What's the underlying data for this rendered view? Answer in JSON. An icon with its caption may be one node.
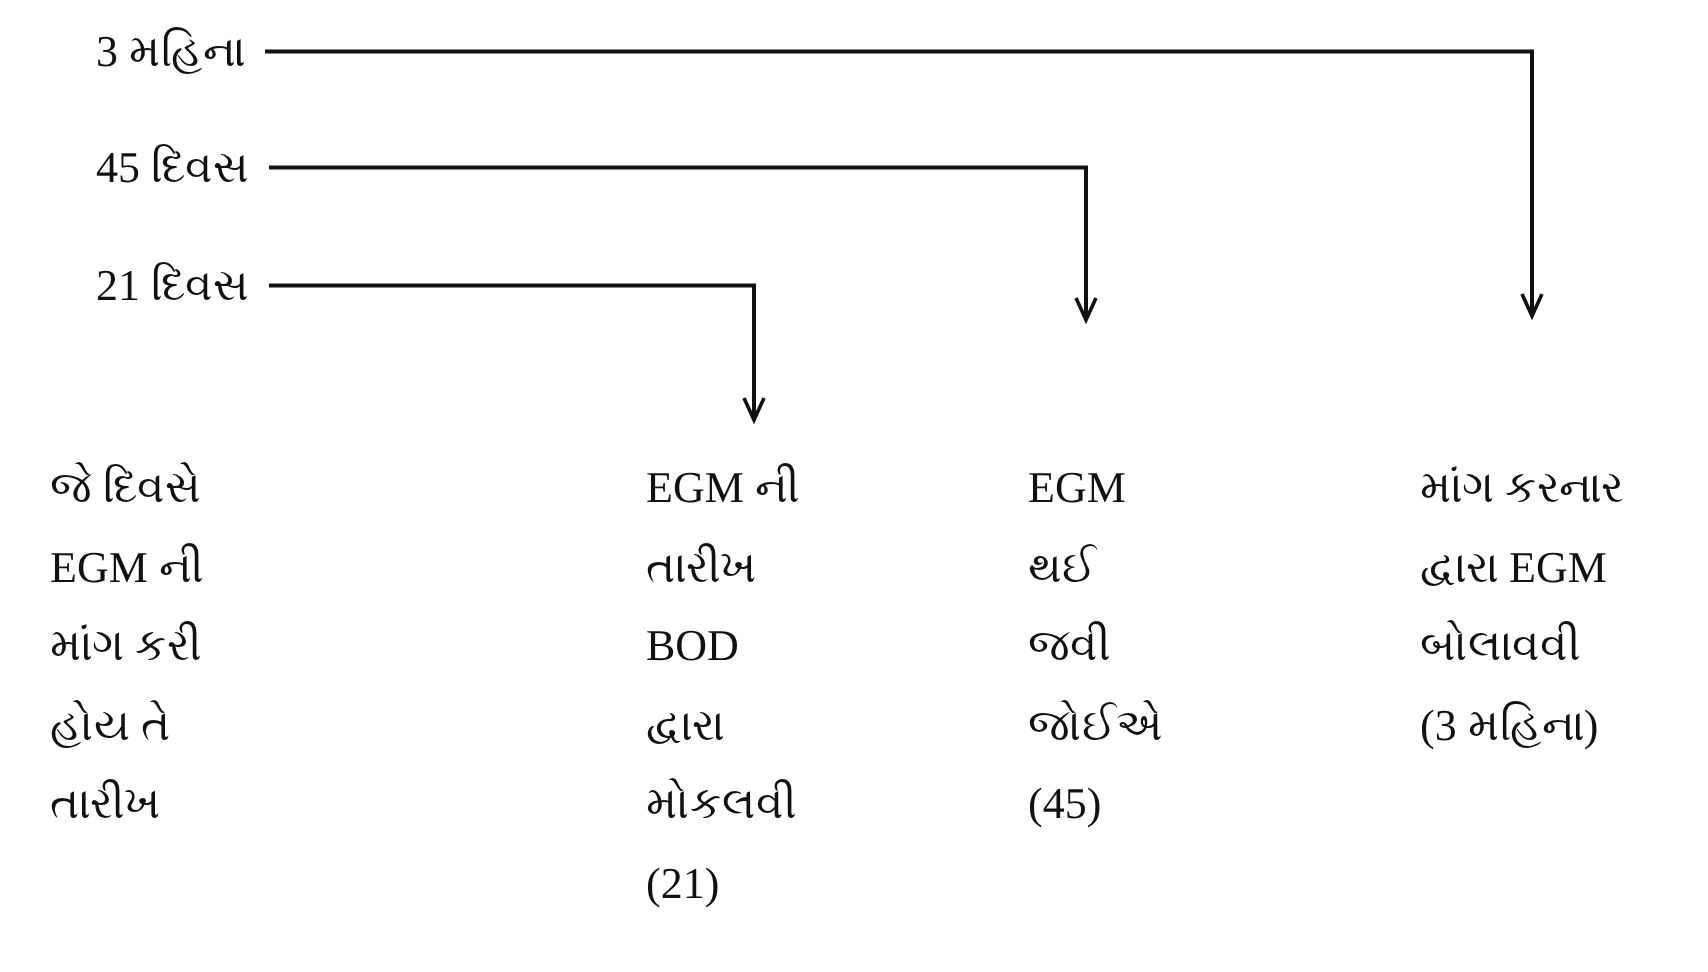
{
  "diagram": {
    "nodes": [
      {
        "text": [
          "3 મહિના"
        ]
      },
      {
        "text": [
          "45 દિવસ"
        ]
      },
      {
        "text": [
          "21 દિવસ"
        ]
      },
      {
        "text": [
          "EGM ની તારીખ BOD દ્વારા મોકલવી (21)"
        ]
      },
      {
        "text": [
          "EGM થઈ જવી જોઈએ (45)"
        ]
      },
      {
        "text": [
          "માંગ કરનાર દ્વારા EGM બોલાવવી (3 મહિના)"
        ]
      }
    ],
    "edges": [
      {
        "from": 0,
        "to": 5,
        "arrow": "to"
      },
      {
        "from": 1,
        "to": 4,
        "arrow": "to"
      },
      {
        "from": 2,
        "to": 3,
        "arrow": "to"
      }
    ],
    "labels": [
      "જે દિવસે EGM ની માંગ કરી હોય તે તારીખ"
    ]
  }
}
